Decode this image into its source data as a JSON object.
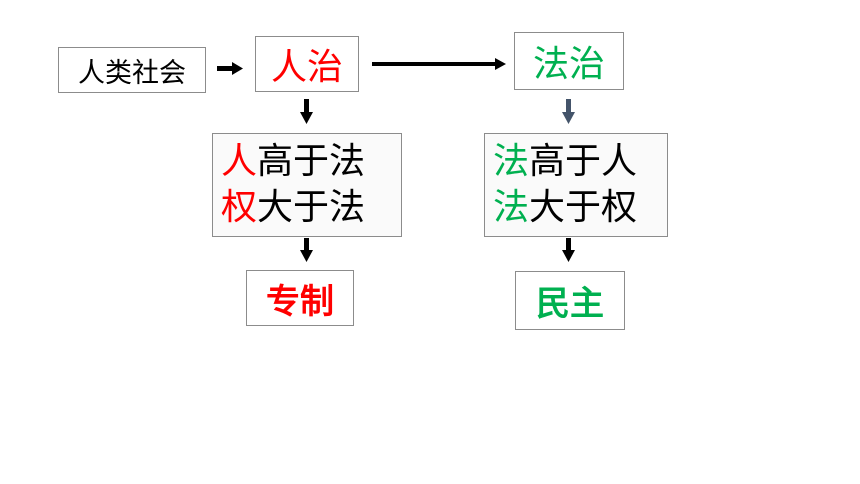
{
  "nodes": {
    "society": "人类社会",
    "rule_of_man": "人治",
    "rule_of_law": "法治",
    "man_over_law": {
      "highlight": "人",
      "rest": "高于法"
    },
    "power_over_law": {
      "highlight": "权",
      "rest": "大于法"
    },
    "law_over_man": {
      "highlight": "法",
      "rest": "高于人"
    },
    "law_over_power": {
      "highlight": "法",
      "rest": "大于权"
    },
    "autocracy": "专制",
    "democracy": "民主"
  },
  "colors": {
    "red": "#ff0000",
    "green": "#00b050",
    "arrow_dark": "#000000",
    "arrow_slate": "#44546a"
  }
}
